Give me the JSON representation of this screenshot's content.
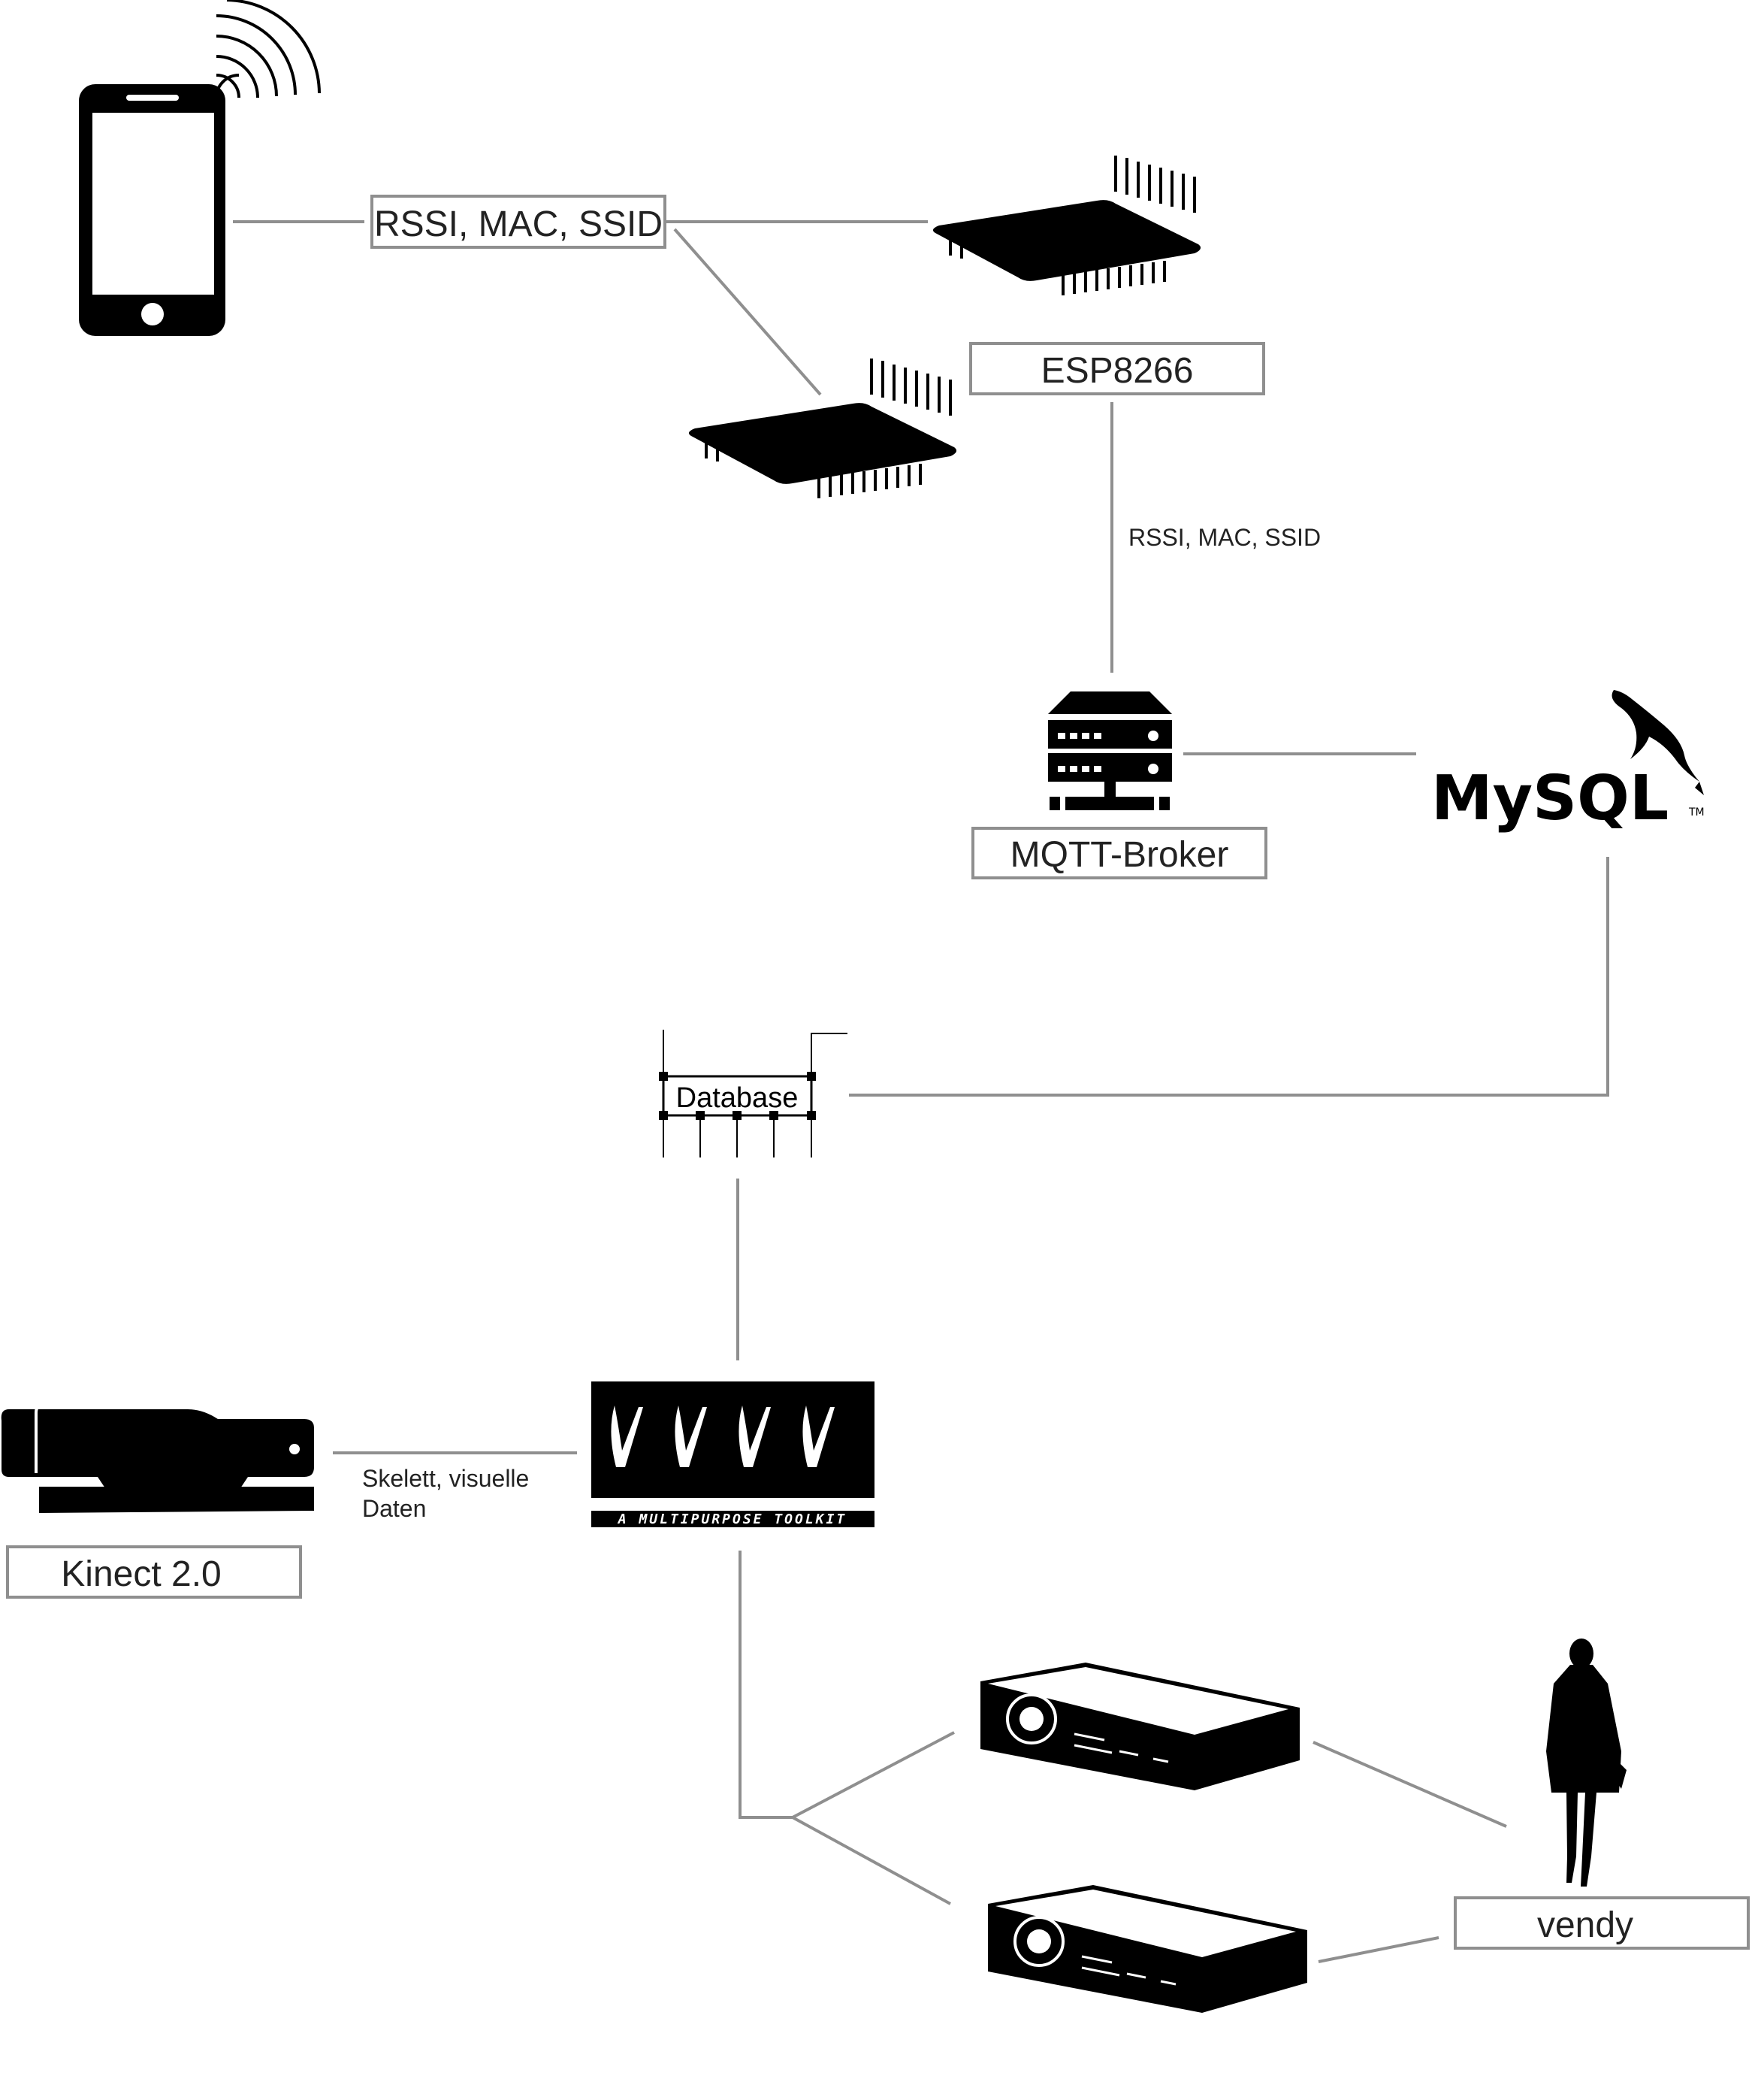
{
  "labels": {
    "phone_signal": "RSSI, MAC, SSID",
    "esp": "ESP8266",
    "esp_to_broker": "RSSI, MAC, SSID",
    "broker": "MQTT-Broker",
    "mysql": "MySQL",
    "database": "Database",
    "vvvv_tagline": "A MULTIPURPOSE TOOLKIT",
    "kinect": "Kinect 2.0",
    "kinect_data_line1": "Skelett, visuelle",
    "kinect_data_line2": "Daten",
    "vendy": "vendy"
  },
  "icons": {
    "smartphone": "smartphone-icon",
    "wifi": "wifi-signal-icon",
    "chip": "esp8266-chip-icon",
    "server": "server-icon",
    "mysql": "mysql-logo",
    "vvvv": "vvvv-logo",
    "kinect": "kinect-sensor-icon",
    "projector": "projector-icon",
    "person": "person-silhouette-icon"
  },
  "colors": {
    "connector": "#8f8f8f",
    "icon": "#000000",
    "text": "#222222"
  }
}
